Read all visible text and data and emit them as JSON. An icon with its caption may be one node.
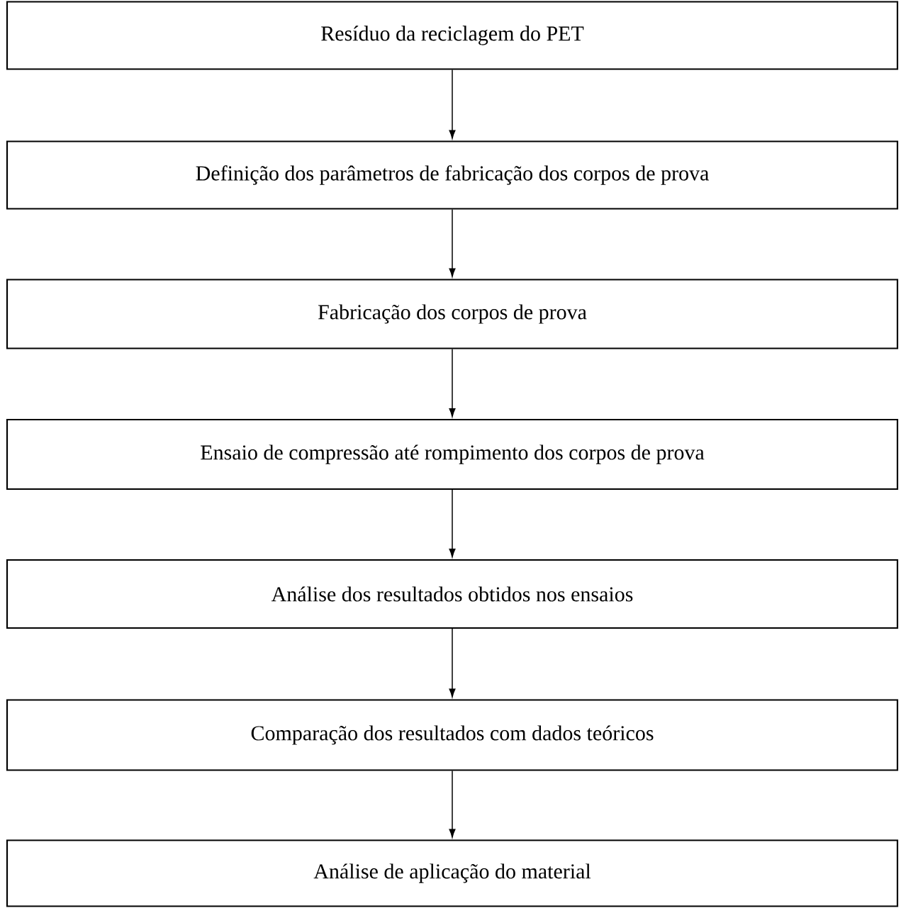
{
  "diagram": {
    "nodes": [
      {
        "text": [
          "Resíduo da reciclagem do PET"
        ]
      },
      {
        "text": [
          "Definição dos parâmetros de fabricação dos corpos de prova"
        ]
      },
      {
        "text": [
          "Fabricação dos corpos de prova"
        ]
      },
      {
        "text": [
          "Ensaio de compressão até rompimento dos corpos de prova"
        ]
      },
      {
        "text": [
          "Análise dos resultados obtidos nos ensaios"
        ]
      },
      {
        "text": [
          "Comparação dos resultados com dados teóricos"
        ]
      },
      {
        "text": [
          "Análise de aplicação do material"
        ]
      }
    ],
    "edges": [
      {
        "from": 0,
        "to": 1,
        "arrow": "to"
      },
      {
        "from": 1,
        "to": 2,
        "arrow": "to"
      },
      {
        "from": 2,
        "to": 3,
        "arrow": "to"
      },
      {
        "from": 3,
        "to": 4,
        "arrow": "to"
      },
      {
        "from": 4,
        "to": 5,
        "arrow": "to"
      },
      {
        "from": 5,
        "to": 6,
        "arrow": "to"
      }
    ]
  }
}
